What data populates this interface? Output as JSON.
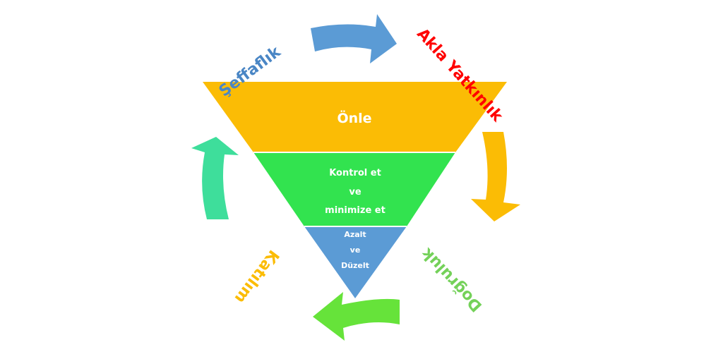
{
  "diagram": {
    "tiers": {
      "top": {
        "label": "Önle",
        "color": "#fbbc05"
      },
      "middle": {
        "lines": [
          "Kontrol et",
          "ve",
          "minimize et"
        ],
        "color": "#32e34f"
      },
      "bottom": {
        "lines": [
          "Azalt",
          "ve",
          "Düzelt"
        ],
        "color": "#5b9bd5"
      }
    },
    "cycle": [
      {
        "label": "Şeffaflık",
        "color": "#4a86c5",
        "arrow_color": "#5b9bd5"
      },
      {
        "label": "Akla Yatkınlık",
        "color": "#ff0000",
        "arrow_color": "#fbbc05"
      },
      {
        "label": "Doğruluk",
        "color": "#74d159",
        "arrow_color": "#66e33a"
      },
      {
        "label": "Katılım",
        "color": "#fbbc05",
        "arrow_color": "#3ede9b"
      }
    ]
  }
}
